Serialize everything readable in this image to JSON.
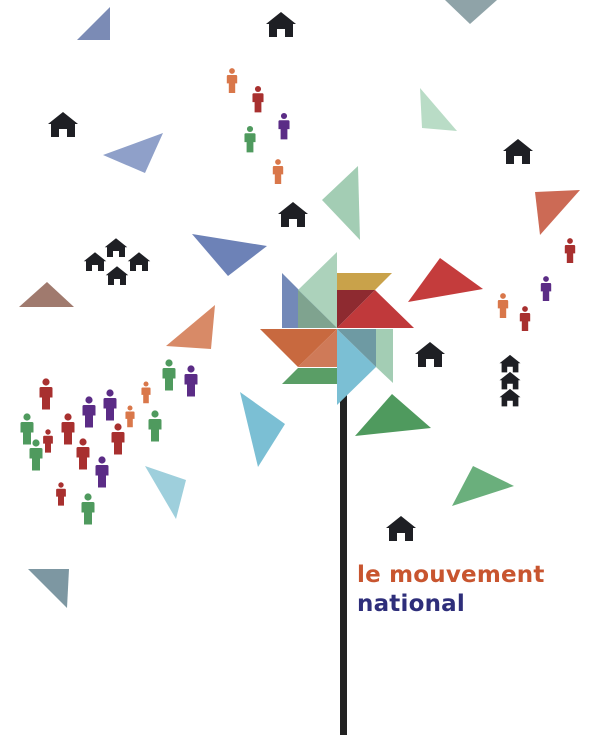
{
  "brand": {
    "line1": "le mouvement",
    "line2": "national"
  },
  "colors": {
    "orange": "#c8552f",
    "navy": "#2e2e7a",
    "pole": "#222222",
    "house": "#1e1f24"
  },
  "icons": [
    "pinwheel-icon",
    "house-icon",
    "person-icon",
    "triangle-shape"
  ]
}
